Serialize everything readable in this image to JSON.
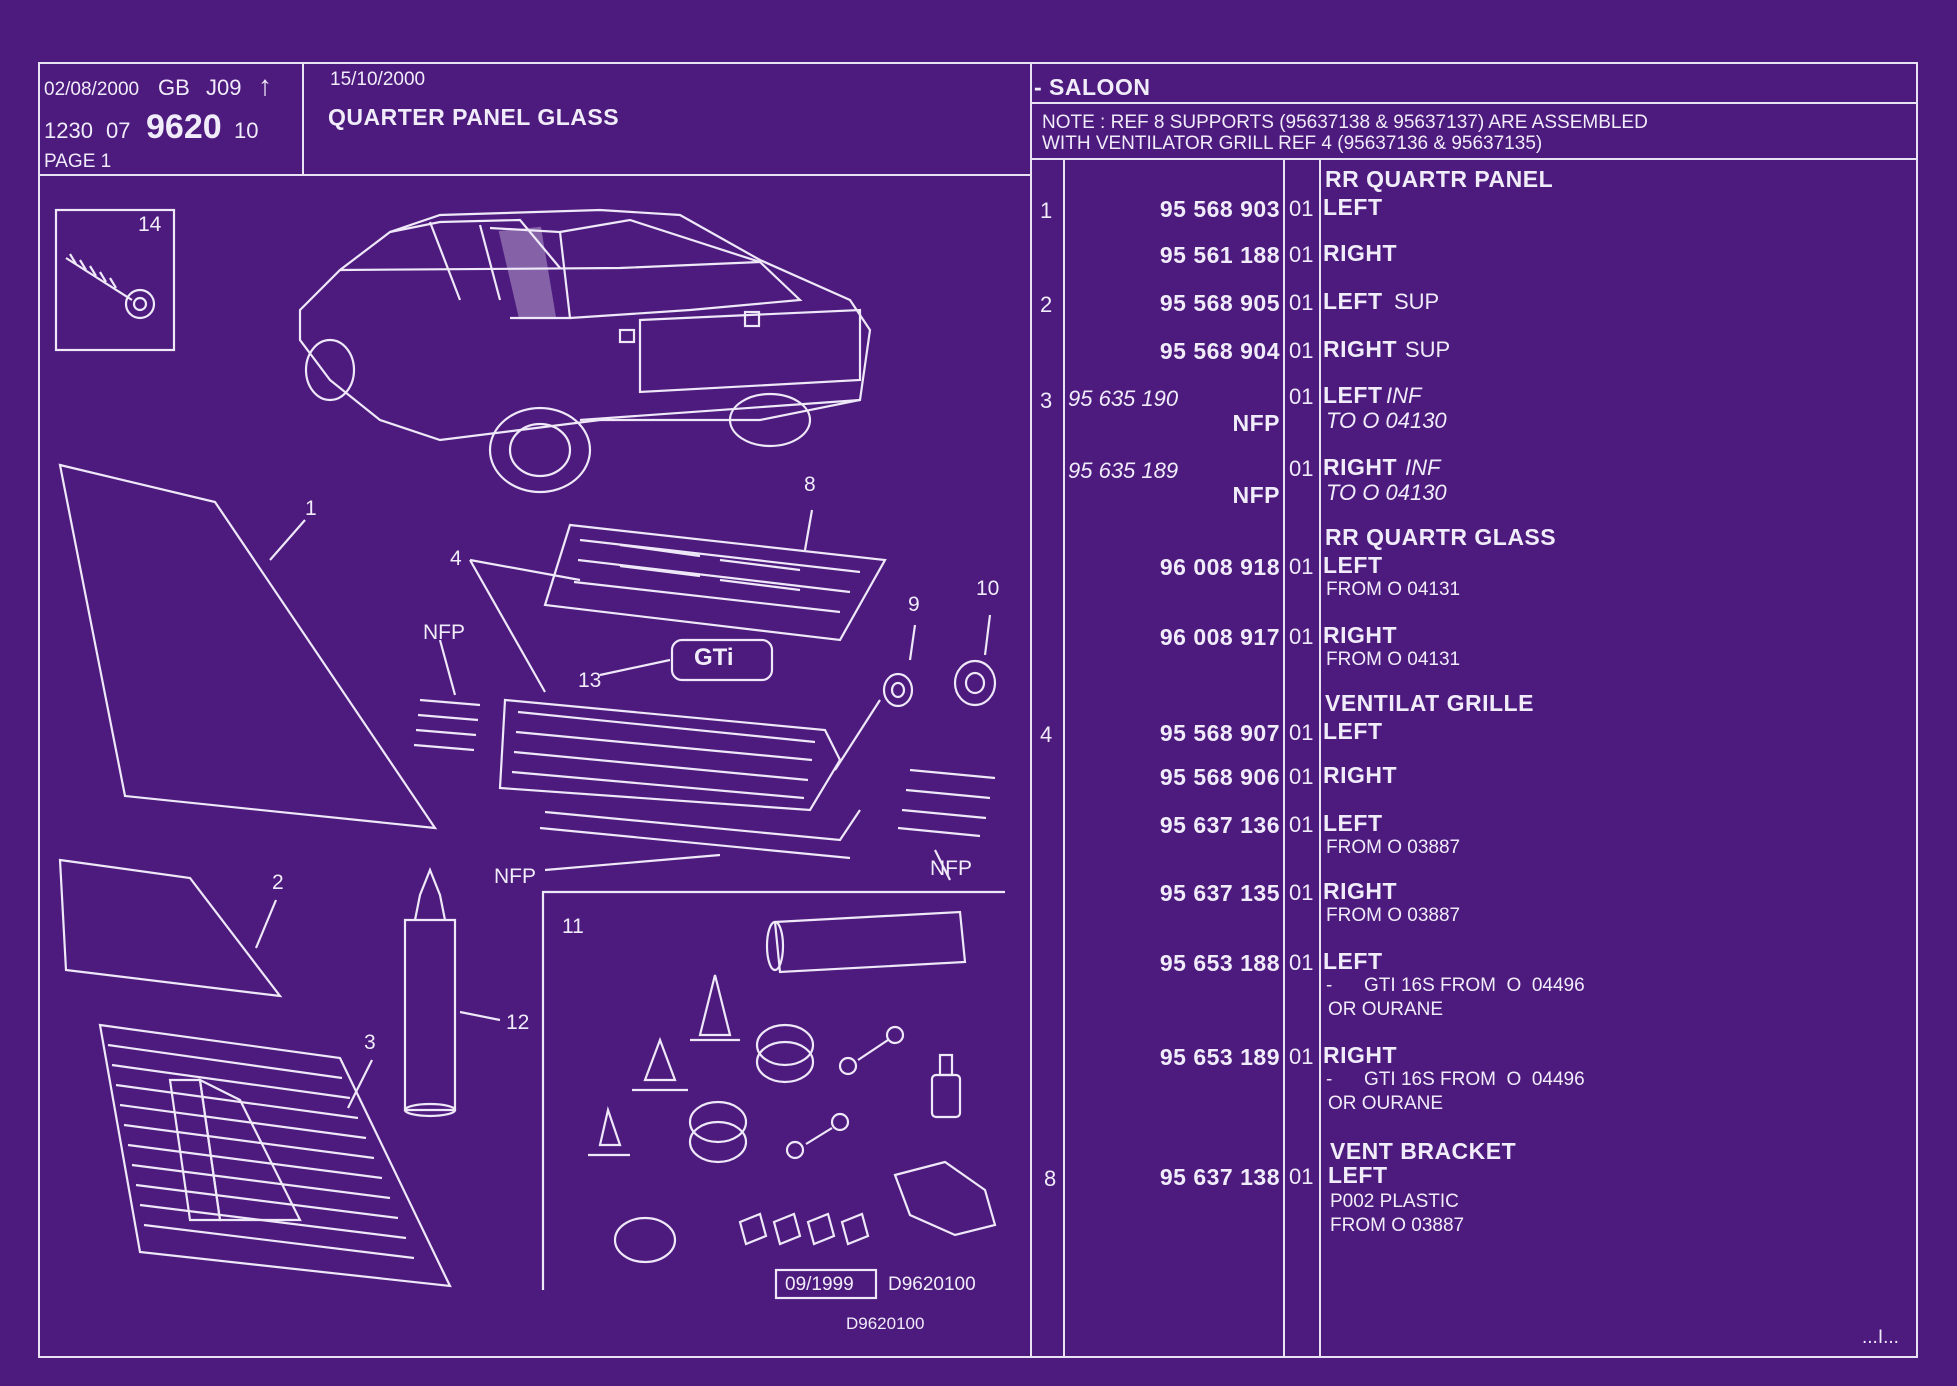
{
  "header": {
    "date1": "02/08/2000",
    "lang": "GB",
    "code": "J09",
    "arrow": "↑",
    "ref_a": "1230",
    "ref_b": "07",
    "ref_main": "9620",
    "ref_c": "10",
    "page": "PAGE 1",
    "date2": "15/10/2000",
    "title": "QUARTER PANEL GLASS",
    "section": "- SALOON",
    "note_line1": "NOTE : REF 8 SUPPORTS (95637138 & 95637137) ARE ASSEMBLED",
    "note_line2": "WITH VENTILATOR GRILL REF 4 (95637136 & 95637135)"
  },
  "diagram": {
    "callouts": [
      "14",
      "1",
      "2",
      "3",
      "4",
      "8",
      "9",
      "10",
      "11",
      "12",
      "13"
    ],
    "nfp": "NFP",
    "badge": "GTi",
    "stamp_date": "09/1999",
    "stamp_ref": "D9620100",
    "footer_ref": "D9620100"
  },
  "parts": [
    {
      "group": "RR QUARTR PANEL"
    },
    {
      "ref": "1",
      "pn": "95 568 903",
      "qty": "01",
      "side": "LEFT",
      "extra": ""
    },
    {
      "ref": "",
      "pn": "95 561 188",
      "qty": "01",
      "side": "RIGHT",
      "extra": ""
    },
    {
      "ref": "2",
      "pn": "95 568 905",
      "qty": "01",
      "side": "LEFT",
      "extra": "SUP"
    },
    {
      "ref": "",
      "pn": "95 568 904",
      "qty": "01",
      "side": "RIGHT",
      "extra": "SUP"
    },
    {
      "ref": "3",
      "pn_italic": "95 635 190",
      "nfp": "NFP",
      "qty": "01",
      "side": "LEFT",
      "extra_italic": "INF",
      "sub_italic": "TO  O  04130"
    },
    {
      "ref": "",
      "pn_italic": "95 635 189",
      "nfp": "NFP",
      "qty": "01",
      "side": "RIGHT",
      "extra_italic": "INF",
      "sub_italic": "TO  O  04130"
    },
    {
      "group": "RR QUARTR GLASS"
    },
    {
      "ref": "",
      "pn": "96 008 918",
      "qty": "01",
      "side": "LEFT",
      "sub": "FROM  O  04131"
    },
    {
      "ref": "",
      "pn": "96 008 917",
      "qty": "01",
      "side": "RIGHT",
      "sub": "FROM  O  04131"
    },
    {
      "group": "VENTILAT GRILLE"
    },
    {
      "ref": "4",
      "pn": "95 568 907",
      "qty": "01",
      "side": "LEFT"
    },
    {
      "ref": "",
      "pn": "95 568 906",
      "qty": "01",
      "side": "RIGHT"
    },
    {
      "ref": "",
      "pn": "95 637 136",
      "qty": "01",
      "side": "LEFT",
      "sub": "FROM  O  03887"
    },
    {
      "ref": "",
      "pn": "95 637 135",
      "qty": "01",
      "side": "RIGHT",
      "sub": "FROM  O  03887"
    },
    {
      "ref": "",
      "pn": "95 653 188",
      "qty": "01",
      "side": "LEFT",
      "sub": "-      GTI 16S FROM  O  04496",
      "sub2": "OR OURANE"
    },
    {
      "ref": "",
      "pn": "95 653 189",
      "qty": "01",
      "side": "RIGHT",
      "sub": "-      GTI 16S FROM  O  04496",
      "sub2": "OR OURANE"
    },
    {
      "group": "VENT BRACKET"
    },
    {
      "ref": "8",
      "pn": "95 637 138",
      "qty": "01",
      "side": "LEFT",
      "sub": "P002 PLASTIC",
      "sub2": "FROM  O  03887"
    }
  ],
  "continuation": "...I..."
}
